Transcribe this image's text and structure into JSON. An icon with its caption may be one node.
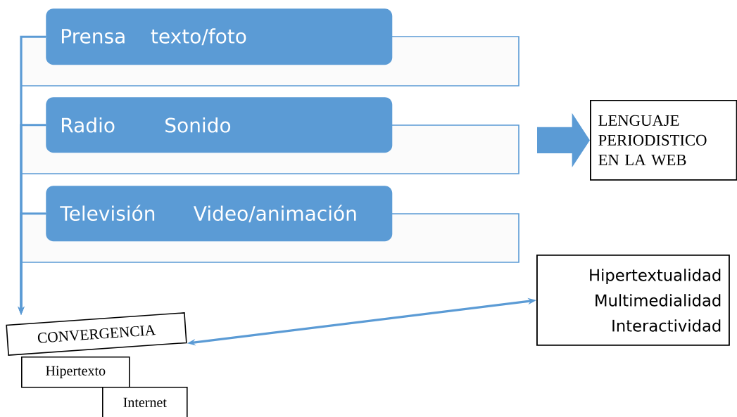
{
  "diagram": {
    "nodes": [
      {
        "text": [
          "Prensa",
          "texto/foto"
        ]
      },
      {
        "text": [
          "Radio",
          "Sonido"
        ]
      },
      {
        "text": [
          "Televisión",
          "Video/animación"
        ]
      },
      {
        "text": [
          "LENGUAJE PERIODISTICO EN LA WEB"
        ]
      },
      {
        "text": [
          "Hipertextualidad",
          "Multimedialidad",
          "Interactividad"
        ]
      },
      {
        "text": [
          "CONVERGENCIA"
        ]
      },
      {
        "text": [
          "Hipertexto"
        ]
      },
      {
        "text": [
          "Internet"
        ]
      }
    ],
    "edges": [
      {
        "from": 0,
        "to": 5,
        "arrow": "to"
      },
      {
        "from": 1,
        "to": 5,
        "arrow": "to"
      },
      {
        "from": 2,
        "to": 5,
        "arrow": "to"
      },
      {
        "from": null,
        "to": 3,
        "arrow": "to",
        "style": "thick"
      },
      {
        "from": 5,
        "to": 4,
        "arrow": "both"
      }
    ]
  }
}
